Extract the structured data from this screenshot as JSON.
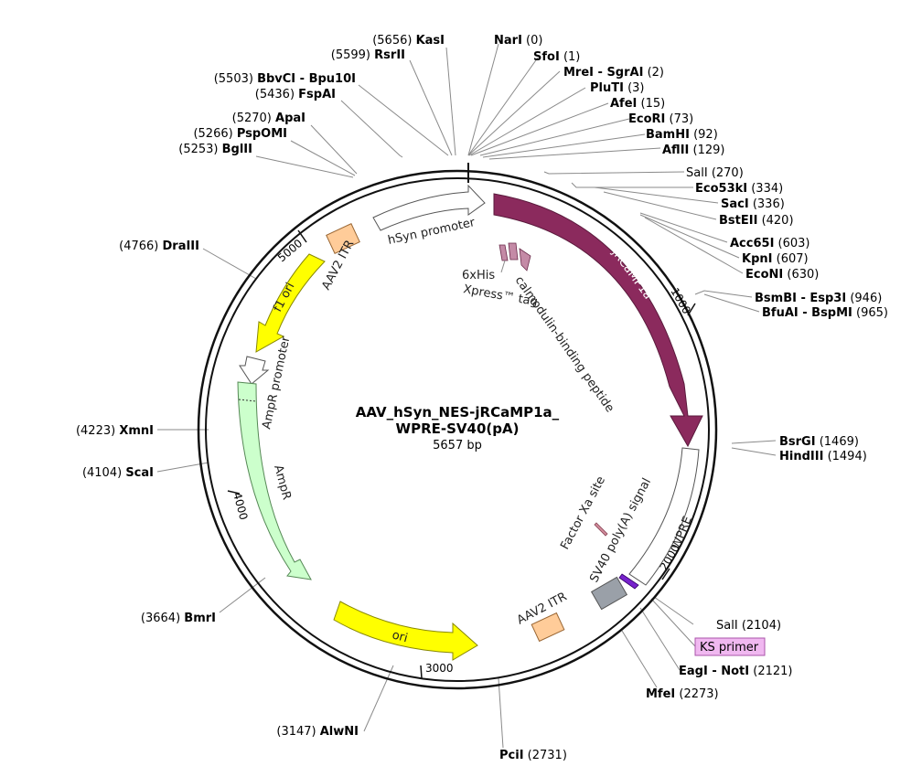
{
  "plasmid": {
    "name_line1": "AAV_hSyn_NES-jRCaMP1a_",
    "name_line2": "WPRE-SV40(pA)",
    "size": "5657 bp"
  },
  "ticks": {
    "t1000": "1000",
    "t2000": "2000",
    "t3000": "3000",
    "t4000": "4000",
    "t5000": "5000"
  },
  "features": {
    "hsyn": "hSyn promoter",
    "jrcamp": "jRCaMP1a",
    "aav2_itr_top": "AAV2 ITR",
    "aav2_itr_bottom": "AAV2 ITR",
    "f1ori": "f1 ori",
    "ampr_promoter": "AmpR promoter",
    "ampr": "AmpR",
    "ori": "ori",
    "wpre": "WPRE",
    "sv40": "SV40 poly(A) signal",
    "factor_xa": "Factor Xa site",
    "his_1": "6xHis",
    "xpress": "Xpress™ tag",
    "calmodulin": "calmodulin-binding peptide",
    "ks_primer": "KS primer"
  },
  "sites_right": [
    {
      "name": "NarI",
      "pos": "(0)"
    },
    {
      "name": "SfoI",
      "pos": "(1)"
    },
    {
      "name": "MreI - SgrAI",
      "pos": "(2)"
    },
    {
      "name": "PluTI",
      "pos": "(3)"
    },
    {
      "name": "AfeI",
      "pos": "(15)"
    },
    {
      "name": "EcoRI",
      "pos": "(73)"
    },
    {
      "name": "BamHI",
      "pos": "(92)"
    },
    {
      "name": "AflII",
      "pos": "(129)"
    },
    {
      "name": "SalI",
      "pos": "(270)"
    },
    {
      "name": "Eco53kI",
      "pos": "(334)"
    },
    {
      "name": "SacI",
      "pos": "(336)"
    },
    {
      "name": "BstEII",
      "pos": "(420)"
    },
    {
      "name": "Acc65I",
      "pos": "(603)"
    },
    {
      "name": "KpnI",
      "pos": "(607)"
    },
    {
      "name": "EcoNI",
      "pos": "(630)"
    },
    {
      "name": "BsmBI - Esp3I",
      "pos": "(946)"
    },
    {
      "name": "BfuAI - BspMI",
      "pos": "(965)"
    },
    {
      "name": "BsrGI",
      "pos": "(1469)"
    },
    {
      "name": "HindIII",
      "pos": "(1494)"
    },
    {
      "name": "SalI",
      "pos": "(2104)"
    },
    {
      "name": "EagI - NotI",
      "pos": "(2121)"
    },
    {
      "name": "MfeI",
      "pos": "(2273)"
    },
    {
      "name": "PciI",
      "pos": "(2731)"
    }
  ],
  "sites_left": [
    {
      "name": "KasI",
      "pos": "(5656)"
    },
    {
      "name": "RsrII",
      "pos": "(5599)"
    },
    {
      "name": "BbvCI - Bpu10I",
      "pos": "(5503)"
    },
    {
      "name": "FspAI",
      "pos": "(5436)"
    },
    {
      "name": "ApaI",
      "pos": "(5270)"
    },
    {
      "name": "PspOMI",
      "pos": "(5266)"
    },
    {
      "name": "BglII",
      "pos": "(5253)"
    },
    {
      "name": "DraIII",
      "pos": "(4766)"
    },
    {
      "name": "XmnI",
      "pos": "(4223)"
    },
    {
      "name": "ScaI",
      "pos": "(4104)"
    },
    {
      "name": "BmrI",
      "pos": "(3664)"
    },
    {
      "name": "AlwNI",
      "pos": "(3147)"
    }
  ],
  "colors": {
    "jrcamp": "#8b2a5d",
    "f1ori": "#ffff00",
    "ori": "#ffff00",
    "ampr": "#ccffcc",
    "itr": "#ffcc99",
    "sv40": "#9aa0a8",
    "ks_primer": "#f0b8f0",
    "calmodulin": "#c48aa6"
  }
}
